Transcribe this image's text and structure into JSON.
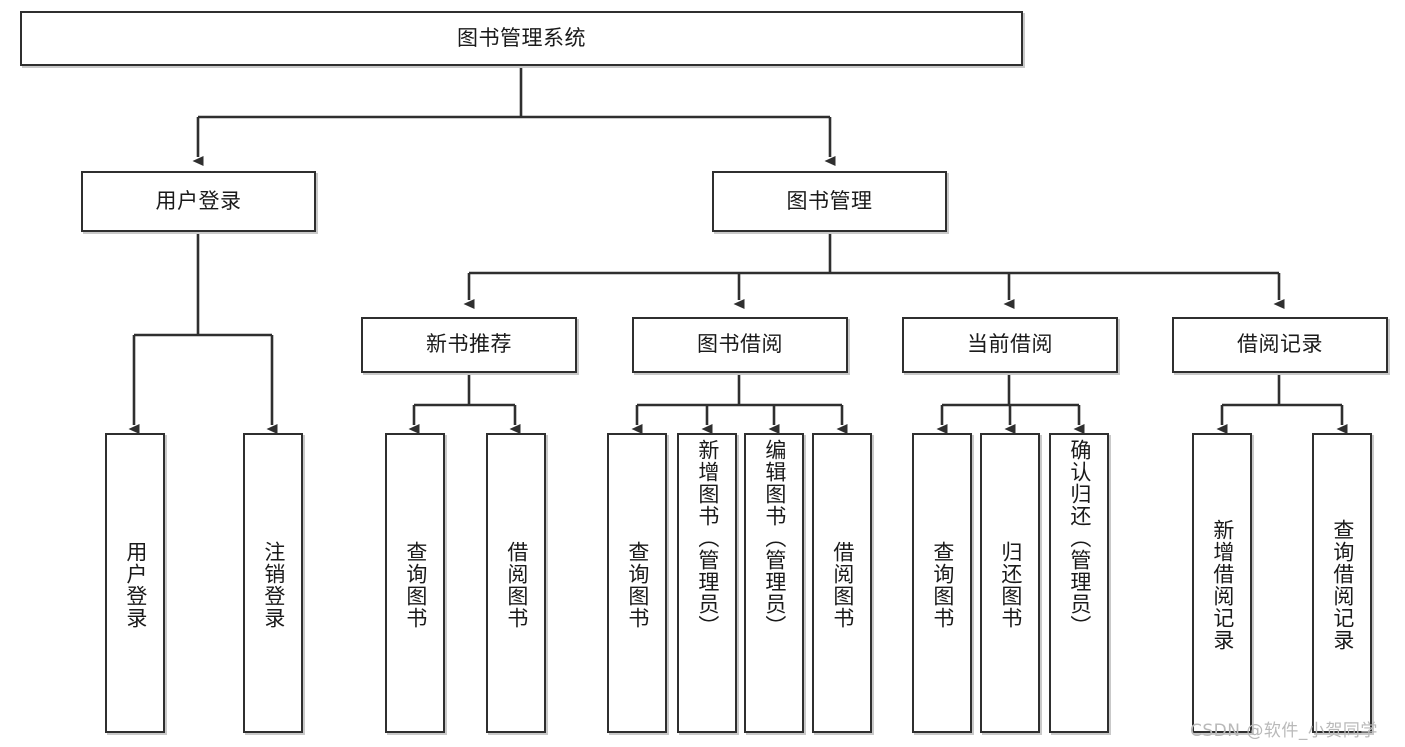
{
  "diagram": {
    "type": "tree-hierarchy",
    "title": "图书管理系统",
    "root": {
      "label": "图书管理系统",
      "id": "root-book-management-system"
    },
    "level2": [
      {
        "id": "user-login",
        "label": "用户登录"
      },
      {
        "id": "book-management",
        "label": "图书管理"
      }
    ],
    "level3": [
      {
        "id": "new-book-recommend",
        "label": "新书推荐",
        "parent": "book-management"
      },
      {
        "id": "book-borrow",
        "label": "图书借阅",
        "parent": "book-management"
      },
      {
        "id": "current-borrow",
        "label": "当前借阅",
        "parent": "book-management"
      },
      {
        "id": "borrow-record",
        "label": "借阅记录",
        "parent": "book-management"
      }
    ],
    "leaves": [
      {
        "id": "leaf-user-login",
        "label": "用户登录",
        "parent": "user-login"
      },
      {
        "id": "leaf-logout-login",
        "label": "注销登录",
        "parent": "user-login"
      },
      {
        "id": "leaf-query-book-1",
        "label": "查询图书",
        "parent": "new-book-recommend"
      },
      {
        "id": "leaf-borrow-book-1",
        "label": "借阅图书",
        "parent": "new-book-recommend"
      },
      {
        "id": "leaf-query-book-2",
        "label": "查询图书",
        "parent": "book-borrow"
      },
      {
        "id": "leaf-add-book-admin",
        "label": "新增图书（管理员）",
        "parent": "book-borrow"
      },
      {
        "id": "leaf-edit-book-admin",
        "label": "编辑图书（管理员）",
        "parent": "book-borrow"
      },
      {
        "id": "leaf-borrow-book-2",
        "label": "借阅图书",
        "parent": "book-borrow"
      },
      {
        "id": "leaf-query-book-3",
        "label": "查询图书",
        "parent": "current-borrow"
      },
      {
        "id": "leaf-return-book",
        "label": "归还图书",
        "parent": "current-borrow"
      },
      {
        "id": "leaf-confirm-return-admin",
        "label": "确认归还（管理员）",
        "parent": "current-borrow"
      },
      {
        "id": "leaf-add-borrow-record",
        "label": "新增借阅记录",
        "parent": "borrow-record"
      },
      {
        "id": "leaf-query-borrow-record",
        "label": "查询借阅记录",
        "parent": "borrow-record"
      }
    ],
    "watermark": "CSDN @软件_小贺同学",
    "colors": {
      "stroke": "#2f2f2f",
      "fill": "#ffffff",
      "text": "#1a1a1a",
      "watermark": "#b9b9b9"
    }
  }
}
